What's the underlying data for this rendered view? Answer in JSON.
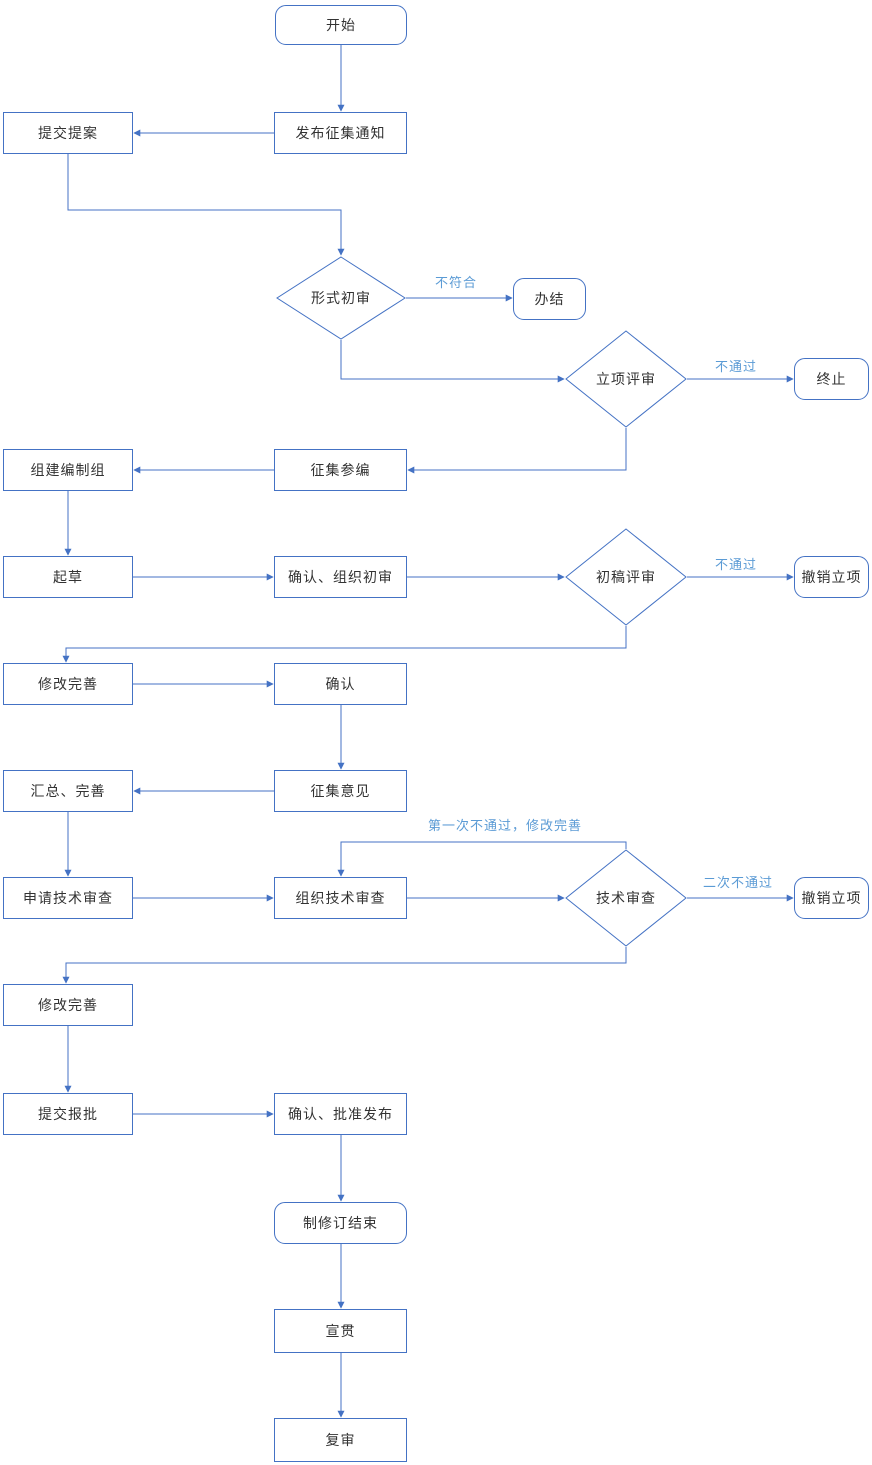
{
  "diagram": {
    "colors": {
      "line": "#4472C4",
      "edge_label": "#5B9BD5",
      "node_text": "#333333"
    },
    "nodes": {
      "start": "开始",
      "publish_notice": "发布征集通知",
      "submit_proposal": "提交提案",
      "formal_review": "形式初审",
      "close_case": "办结",
      "project_review": "立项评审",
      "terminate": "终止",
      "collect_participants": "征集参编",
      "form_drafting_group": "组建编制组",
      "draft": "起草",
      "confirm_org_review": "确认、组织初审",
      "first_draft_review": "初稿评审",
      "cancel_project_1": "撤销立项",
      "revise_improve_1": "修改完善",
      "confirm": "确认",
      "collect_opinions": "征集意见",
      "summarize_improve": "汇总、完善",
      "apply_tech_review": "申请技术审查",
      "organize_tech_review": "组织技术审查",
      "tech_review": "技术审查",
      "cancel_project_2": "撤销立项",
      "revise_improve_2": "修改完善",
      "submit_for_approval": "提交报批",
      "confirm_approve_publish": "确认、批准发布",
      "revision_end": "制修订结束",
      "promote": "宣贯",
      "re_review": "复审"
    },
    "edge_labels": {
      "not_conform": "不符合",
      "not_pass_project": "不通过",
      "not_pass_draft": "不通过",
      "first_fail_revise": "第一次不通过，修改完善",
      "second_fail": "二次不通过"
    }
  }
}
